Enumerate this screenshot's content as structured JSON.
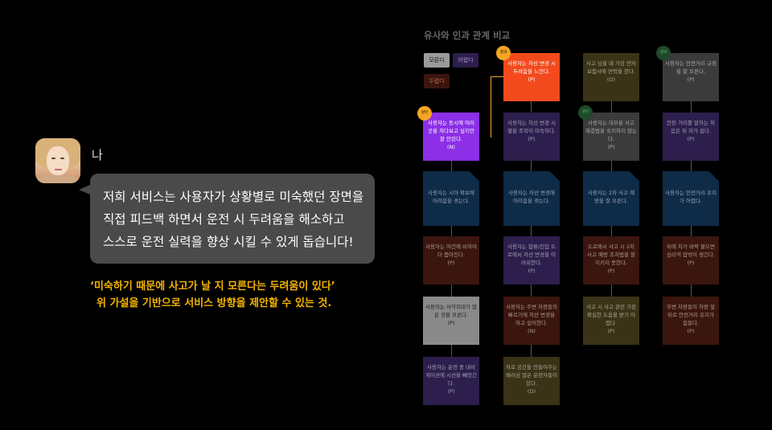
{
  "chat": {
    "name": "나",
    "message_lines": [
      "저희 서비스는 사용자가 상황별로 미숙했던 장면을",
      "직접 피드백 하면서 운전 시 두려움을 해소하고",
      "스스로 운전 실력을 향상 시킬 수 있게 돕습니다!"
    ],
    "hypothesis_lines": [
      "‘미숙하기 때문에 사고가 날 지 모른다는 두려움이 있다’",
      "위 가설을 기반으로 서비스 방향을 제안할 수 있는 것."
    ]
  },
  "diagram": {
    "title": "유사와 인과 관계 비교",
    "legend": [
      "모른다",
      "어렵다",
      "두렵다"
    ],
    "badges": [
      "원인",
      "결과",
      "원인",
      "결과"
    ],
    "columns": [
      {
        "cards": [
          {
            "text": "사용자는 동시에 여러 곳을 쳐다보고 싶지만 잘 안된다.",
            "tag": "(N)"
          },
          {
            "text": "사용자는 시야 확보에 어려움을 겪는다.",
            "tag": ""
          },
          {
            "text": "사용자는 여건에 비하여 더 좁아진다.",
            "tag": "(P)"
          },
          {
            "text": "사용자는 사각지대가 많은 것을 모른다.",
            "tag": "(P)"
          },
          {
            "text": "사용자는 운전 중 내비게이션에 시선을 빼앗긴다.",
            "tag": "(P)"
          }
        ]
      },
      {
        "cards": [
          {
            "text": "사용자는 차선 변경 시 두려움을 느낀다.",
            "tag": "(P)"
          },
          {
            "text": "사용자는 차선 변경 시 옆을 조작이 미숙하다.",
            "tag": "(P)"
          },
          {
            "text": "사용자는 차선 변경에 어려움을 겪는다.",
            "tag": ""
          },
          {
            "text": "사용자는 합류/진입 도로에서 차선 변경을 어려워한다.",
            "tag": "(P)"
          },
          {
            "text": "사용자는 주변 차량들의 빠르기에 차선 변경을 하고 싶어한다.",
            "tag": "(N)"
          },
          {
            "text": "차로 공간을 만들어주는 배려심 많은 운전자들이 있다.",
            "tag": "(O)"
          }
        ]
      },
      {
        "cards": [
          {
            "text": "사고 났을 때 가장 먼저 보험사에 연락을 한다.",
            "tag": "(O)"
          },
          {
            "text": "사용자는 대부분 사고 해결법을 숙지하지 않는다.",
            "tag": "(P)"
          },
          {
            "text": "사용자는 2차 사고 예방을 잘 모른다.",
            "tag": ""
          },
          {
            "text": "도로에서 사고 시 2차 사고 예방 조치법을 잘지키지 못한다.",
            "tag": "(P)"
          },
          {
            "text": "사고 시 사고 관련 가장 확실한 도움을 받기 어렵다.",
            "tag": "(P)"
          }
        ]
      },
      {
        "cards": [
          {
            "text": "사용자는 안전거리 규정을 잘 모른다.",
            "tag": "(P)"
          },
          {
            "text": "안전 거리를 말하는 처음은 뒤 차가 쉽다.",
            "tag": "(P)"
          },
          {
            "text": "사용자는 안전거리 유지가 어렵다.",
            "tag": ""
          },
          {
            "text": "뒤에 차가 바짝 붙으면 심리적 압박이 생긴다.",
            "tag": "(P)"
          },
          {
            "text": "주변 차량들이 차량 앞뒤로 안전거리 유지가 힘들다.",
            "tag": "(P)"
          }
        ]
      }
    ]
  }
}
